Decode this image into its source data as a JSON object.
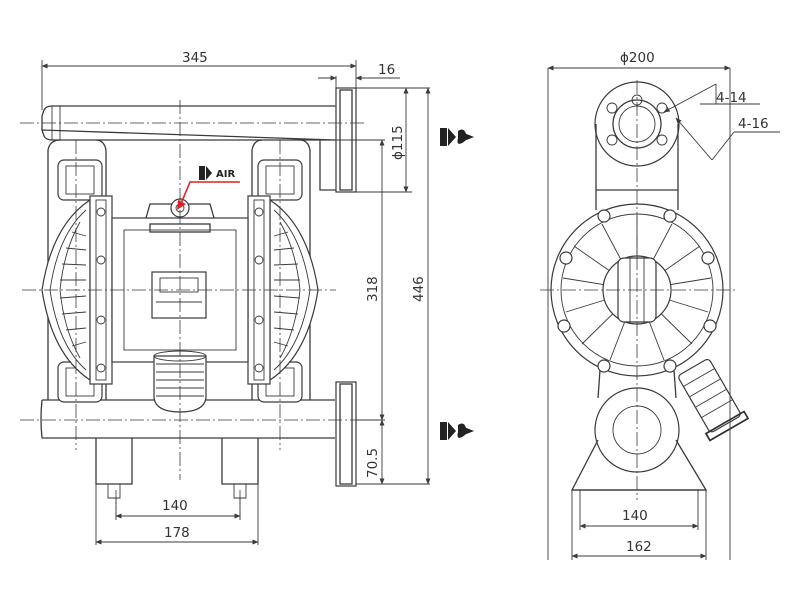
{
  "front_view": {
    "dimensions": {
      "overall_width": "345",
      "flange_thickness": "16",
      "flange_diameter": "ϕ115",
      "port_center_distance": "318",
      "overall_height": "446",
      "base_to_outlet": "70.5",
      "foot_inner": "140",
      "foot_outer": "178"
    },
    "air_label": "AIR"
  },
  "side_view": {
    "dimensions": {
      "diameter": "ϕ200",
      "holes_top": "4-14",
      "holes_side": "4-16",
      "foot_inner": "140",
      "foot_outer": "162"
    }
  },
  "colors": {
    "line": "#3a3a3a",
    "air_arrow": "#e02020"
  },
  "icons": [
    "air-inlet-icon",
    "fluid-outlet-icon",
    "fluid-inlet-icon"
  ]
}
